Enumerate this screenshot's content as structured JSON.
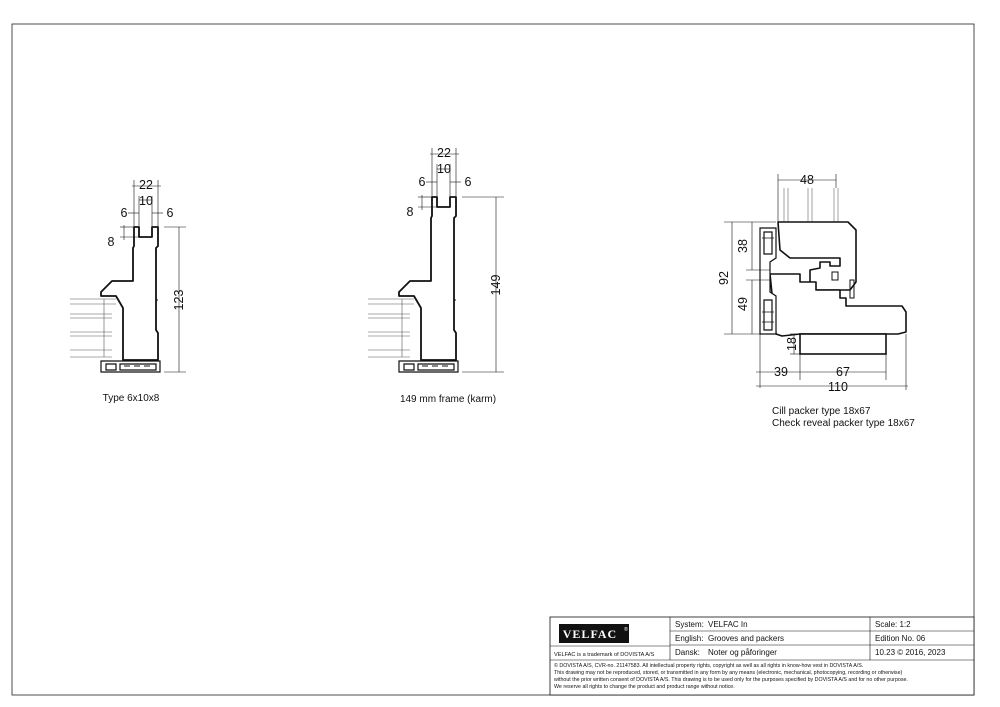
{
  "drawing": {
    "left": {
      "caption": "Type 6x10x8",
      "dims": {
        "top": "22",
        "mid": "10",
        "left_side": "6",
        "right_side": "6",
        "depth": "8",
        "height": "123"
      }
    },
    "middle": {
      "caption": "149 mm frame (karm)",
      "dims": {
        "top": "22",
        "mid": "10",
        "left_side": "6",
        "right_side": "6",
        "depth": "8",
        "height": "149"
      }
    },
    "right": {
      "caption_line1": "Cill packer type 18x67",
      "caption_line2": "Check reveal packer type 18x67",
      "dims": {
        "top": "48",
        "h_total": "92",
        "h_upper": "38",
        "h_lower": "49",
        "packer": "18",
        "w_left": "39",
        "w_right": "67",
        "w_total": "110"
      }
    }
  },
  "title_block": {
    "logo": "VELFAC",
    "logo_mark": "®",
    "trademark": "VELFAC is a trademark of DOVISTA A/S",
    "rows": [
      {
        "label": "System:",
        "value": "VELFAC In"
      },
      {
        "label": "English:",
        "value": "Grooves and packers"
      },
      {
        "label": "Dansk:",
        "value": "Noter og påforinger"
      }
    ],
    "scale": "Scale: 1:2",
    "edition": "Edition No. 06",
    "date": "10.23 © 2016, 2023",
    "copyright": [
      "© DOVISTA A/S, CVR-no. 21147583. All intellectual property rights, copyright as well as all rights in know-how vest in DOVISTA A/S.",
      "This drawing may not be reproduced, stored, or transmitted in any form by any means (electronic, mechanical, photocopying, recording or otherwise)",
      "without the prior written consent of DOVISTA A/S. This drawing is to be used only for the purposes specified by DOVISTA A/S and for no other purpose.",
      "We reserve all rights to change the product and product range without notice."
    ]
  }
}
